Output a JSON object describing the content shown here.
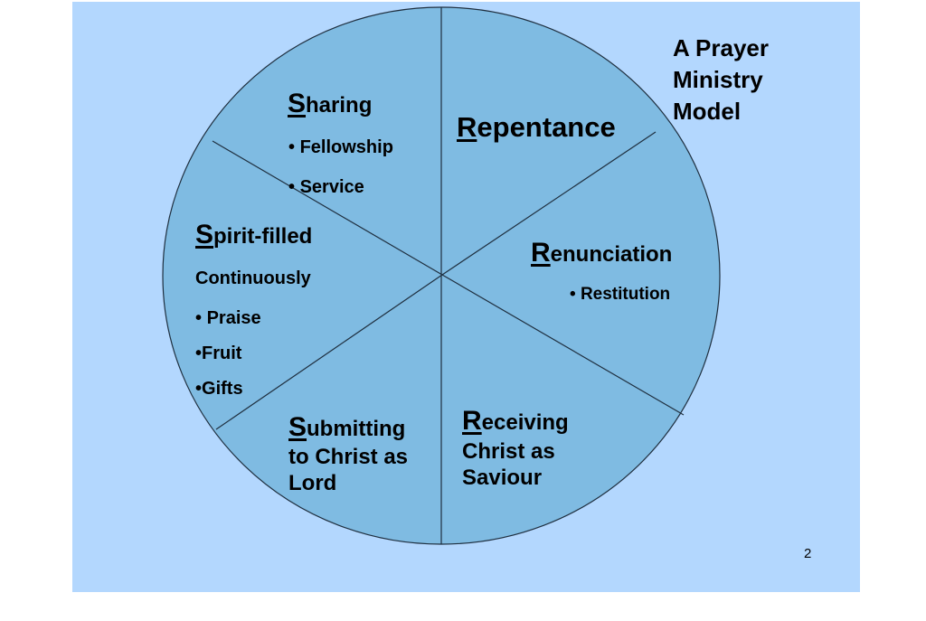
{
  "slide": {
    "title_lines": [
      "A Prayer",
      "Ministry",
      "Model"
    ],
    "page_number": "2",
    "colors": {
      "background": "#b3d7fe",
      "wheel_fill": "#7fbbe2",
      "outline": "#1f2f3f",
      "text": "#000000"
    }
  },
  "wheel": {
    "segments": [
      {
        "id": "repentance",
        "initial": "R",
        "heading_rest": "epentance",
        "lines": [],
        "bullets": []
      },
      {
        "id": "renunciation",
        "initial": "R",
        "heading_rest": "enunciation",
        "lines": [],
        "bullets": [
          "Restitution"
        ]
      },
      {
        "id": "receiving",
        "initial": "R",
        "heading_rest": "eceiving",
        "lines": [
          "Christ as",
          "Saviour"
        ],
        "bullets": []
      },
      {
        "id": "submitting",
        "initial": "S",
        "heading_rest": "ubmitting",
        "lines": [
          "to Christ as",
          "Lord"
        ],
        "bullets": []
      },
      {
        "id": "spirit-filled",
        "initial": "S",
        "heading_rest": "pirit-filled",
        "lines": [
          "Continuously"
        ],
        "bullets": [
          "Praise",
          "Fruit",
          "Gifts"
        ]
      },
      {
        "id": "sharing",
        "initial": "S",
        "heading_rest": "haring",
        "lines": [],
        "bullets": [
          "Fellowship",
          "Service"
        ]
      }
    ],
    "bullet_glyph": "•"
  }
}
